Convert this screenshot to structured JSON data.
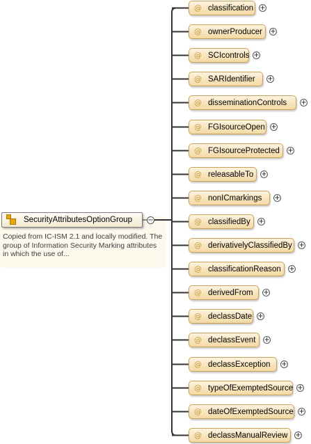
{
  "root": {
    "name": "SecurityAttributesOptionGroup",
    "documentation": "Copied from IC-ISM 2.1 and locally modified. The group of Information Security Marking attributes in which the use of...",
    "icon": "attribute-group-icon",
    "collapse_symbol": "−"
  },
  "attribute_symbol": "@",
  "expand_symbol": "+",
  "attributes": [
    {
      "name": "classification"
    },
    {
      "name": "ownerProducer"
    },
    {
      "name": "SCIcontrols"
    },
    {
      "name": "SARIdentifier"
    },
    {
      "name": "disseminationControls"
    },
    {
      "name": "FGIsourceOpen"
    },
    {
      "name": "FGIsourceProtected"
    },
    {
      "name": "releasableTo"
    },
    {
      "name": "nonICmarkings"
    },
    {
      "name": "classifiedBy"
    },
    {
      "name": "derivativelyClassifiedBy"
    },
    {
      "name": "classificationReason"
    },
    {
      "name": "derivedFrom"
    },
    {
      "name": "declassDate"
    },
    {
      "name": "declassEvent"
    },
    {
      "name": "declassException"
    },
    {
      "name": "typeOfExemptedSource"
    },
    {
      "name": "dateOfExemptedSource"
    },
    {
      "name": "declassManualReview"
    }
  ],
  "colors": {
    "attribute_fill": "#f4d9a3",
    "attribute_border": "#c9a25a",
    "connector": "#333333"
  }
}
